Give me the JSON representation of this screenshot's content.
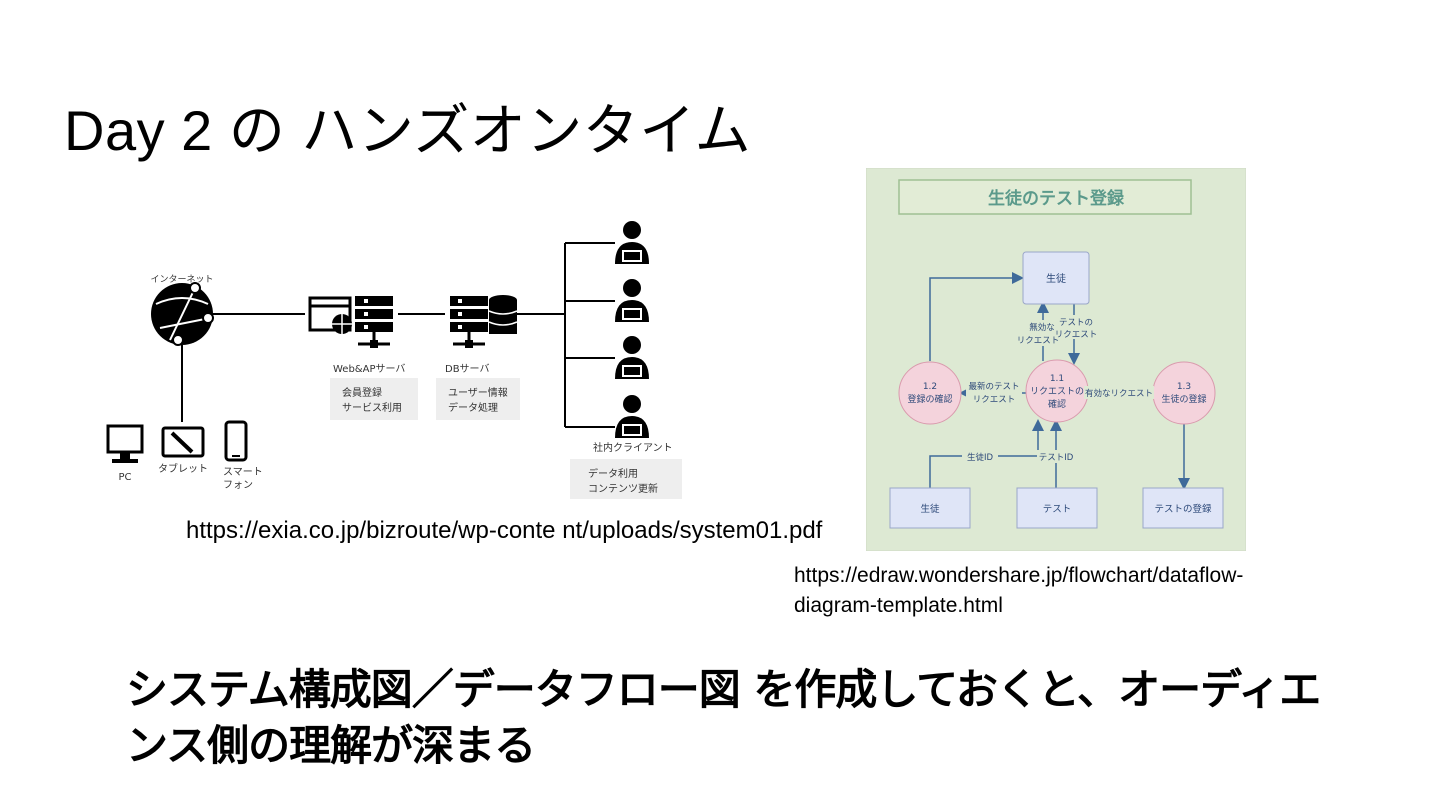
{
  "slide": {
    "title": "Day 2 の ハンズオンタイム",
    "source_system": "https://exia.co.jp/bizroute/wp-conte nt/uploads/system01.pdf",
    "source_dfd": "https://edraw.wondershare.jp/flowchart/dataflow-diagram-template.html",
    "message": "システム構成図／データフロー図 を作成しておくと、オーディエンス側の理解が深まる"
  },
  "system_diagram": {
    "internet_label": "インターネット",
    "web_server_label": "Web&APサーバ",
    "web_server_desc": [
      "会員登録",
      "サービス利用"
    ],
    "db_server_label": "DBサーバ",
    "db_server_desc": [
      "ユーザー情報",
      "データ処理"
    ],
    "clients_label": "社内クライアント",
    "clients_desc": [
      "データ利用",
      "コンテンツ更新"
    ],
    "devices": {
      "pc": "PC",
      "tablet": "タブレット",
      "smartphone_line1": "スマート",
      "smartphone_line2": "フォン"
    }
  },
  "dfd": {
    "title": "生徒のテスト登録",
    "entity_top": "生徒",
    "entity_student": "生徒",
    "entity_test": "テスト",
    "store_test_reg": "テストの登録",
    "process_12": [
      "1.2",
      "登録の確認"
    ],
    "process_11": [
      "1.1",
      "リクエストの",
      "確認"
    ],
    "process_13": [
      "1.3",
      "生徒の登録"
    ],
    "flow_invalid": [
      "無効な",
      "リクエスト"
    ],
    "flow_test_request": [
      "テストの",
      "リクエスト"
    ],
    "flow_latest": [
      "最新のテスト",
      "リクエスト"
    ],
    "flow_valid": "有効なリクエスト",
    "flow_student_id": "生徒ID",
    "flow_test_id": "テストID",
    "colors": {
      "background": "#dde9d3",
      "entity_fill": "#dfe5f7",
      "process_fill": "#f4d3dc",
      "title_text": "#5b9a8b",
      "line": "#3f6a9a"
    }
  }
}
